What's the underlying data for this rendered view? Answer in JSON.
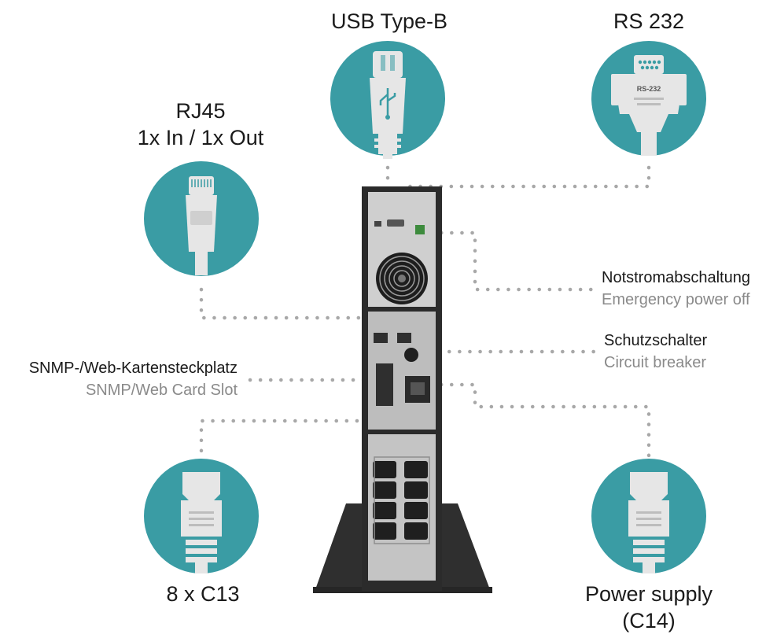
{
  "labels": {
    "usb": "USB Type-B",
    "rs232": "RS 232",
    "rj45_line1": "RJ45",
    "rj45_line2": "1x In / 1x Out",
    "emergency_de": "Notstromabschaltung",
    "emergency_en": "Emergency power off",
    "breaker_de": "Schutzschalter",
    "breaker_en": "Circuit breaker",
    "snmp_de": "SNMP-/Web-Kartensteckplatz",
    "snmp_en": "SNMP/Web Card Slot",
    "c13": "8 x C13",
    "power_line1": "Power supply",
    "power_line2": "(C14)",
    "rs232_plug_text": "RS-232"
  },
  "colors": {
    "circle": "#3a9ca4",
    "plug": "#e6e6e6",
    "dots": "#a8a8a8",
    "device_body": "#2b2b2b",
    "panel": "#c9c9c9"
  },
  "icons": [
    "usb-b-plug-icon",
    "rs232-plug-icon",
    "rj45-plug-icon",
    "c13-plug-icon",
    "c14-plug-icon",
    "usb-symbol-icon"
  ]
}
